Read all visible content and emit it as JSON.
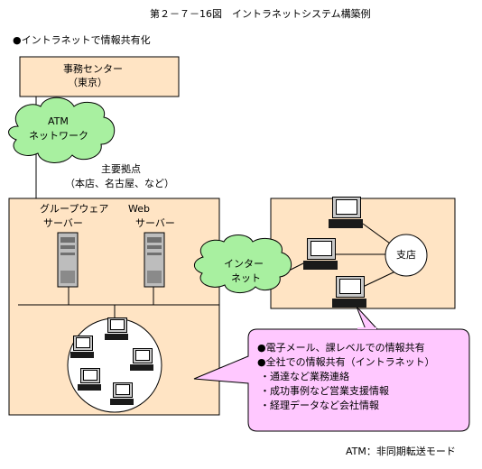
{
  "title": "第２－７－16図　イントラネットシステム構築例",
  "subtitle": "●イントラネットで情報共有化",
  "office_center": {
    "line1": "事務センター",
    "line2": "（東京）"
  },
  "atm_cloud": {
    "line1": "ATM",
    "line2": "ネットワーク"
  },
  "main_sites": {
    "line1": "主要拠点",
    "line2": "（本店、名古屋、など）"
  },
  "groupware_server": {
    "line1": "グループウェア",
    "line2": "サーバー"
  },
  "web_server": {
    "line1": "Web",
    "line2": "サーバー"
  },
  "internet_cloud": {
    "line1": "インター",
    "line2": "ネット"
  },
  "branch": "支店",
  "callout": {
    "items": [
      "●電子メール、課レベルでの情報共有",
      "●全社での情報共有（イントラネット）",
      "・通達など業務連絡",
      "・成功事例など営業支援情報",
      "・経理データなど会社情報"
    ],
    "fill": "#ffc8ff"
  },
  "footnote": "ATM：非同期転送モード",
  "colors": {
    "box_fill": "#ffe4c4",
    "cloud_fill": "#a8f0a0",
    "callout_fill": "#ffc8ff"
  }
}
